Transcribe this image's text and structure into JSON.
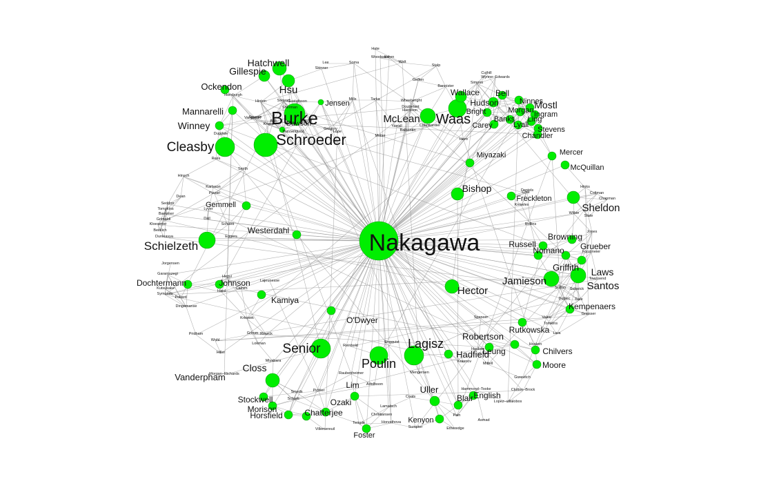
{
  "colors": {
    "node": "#00ee00",
    "edge": "#8a8a8a",
    "text": "#111111"
  },
  "hub": "Nakagawa",
  "nodes": [
    {
      "label": "Nakagawa",
      "drawn": true,
      "size": "xl"
    },
    {
      "label": "Burke",
      "drawn": true,
      "size": "l"
    },
    {
      "label": "Schroeder",
      "drawn": true,
      "size": "l"
    },
    {
      "label": "Cleasby",
      "drawn": true,
      "size": "l"
    },
    {
      "label": "Senior",
      "drawn": true,
      "size": "l"
    },
    {
      "label": "Poulin",
      "drawn": true,
      "size": "l"
    },
    {
      "label": "Lagisz",
      "drawn": true,
      "size": "l"
    },
    {
      "label": "Waas",
      "drawn": true,
      "size": "l"
    },
    {
      "label": "McLean",
      "drawn": true,
      "size": "m"
    },
    {
      "label": "Schielzeth",
      "drawn": true,
      "size": "m"
    },
    {
      "label": "Sheldon",
      "drawn": true,
      "size": "m"
    },
    {
      "label": "Laws",
      "drawn": true,
      "size": "m"
    },
    {
      "label": "Santos",
      "drawn": true,
      "size": "m"
    },
    {
      "label": "Jamieson",
      "drawn": true,
      "size": "m"
    },
    {
      "label": "Hatchwell",
      "drawn": true,
      "size": "m"
    },
    {
      "label": "Gillespie",
      "drawn": true,
      "size": "m"
    },
    {
      "label": "Hsu",
      "drawn": true,
      "size": "m"
    },
    {
      "label": "Ockendon",
      "drawn": true,
      "size": "m"
    },
    {
      "label": "Mannarelli",
      "drawn": true,
      "size": "m"
    },
    {
      "label": "Winney",
      "drawn": true,
      "size": "m"
    },
    {
      "label": "Wallace",
      "drawn": true,
      "size": "m"
    },
    {
      "label": "Hudson",
      "drawn": true,
      "size": "m"
    },
    {
      "label": "Bright",
      "drawn": true,
      "size": "m"
    },
    {
      "label": "Carey",
      "drawn": true,
      "size": "m"
    },
    {
      "label": "Bell",
      "drawn": true,
      "size": "m"
    },
    {
      "label": "Ninnes",
      "drawn": true,
      "size": "m"
    },
    {
      "label": "Mostl",
      "drawn": true,
      "size": "m"
    },
    {
      "label": "Morgan",
      "drawn": true,
      "size": "m"
    },
    {
      "label": "Ingram",
      "drawn": true,
      "size": "m"
    },
    {
      "label": "Banks",
      "drawn": true,
      "size": "m"
    },
    {
      "label": "Ling",
      "drawn": true,
      "size": "m"
    },
    {
      "label": "Lyall",
      "drawn": true,
      "size": "m"
    },
    {
      "label": "Stevens",
      "drawn": true,
      "size": "m"
    },
    {
      "label": "Chandler",
      "drawn": true,
      "size": "m"
    },
    {
      "label": "Miyazaki",
      "drawn": true,
      "size": "m"
    },
    {
      "label": "Mercer",
      "drawn": true,
      "size": "m"
    },
    {
      "label": "McQuillan",
      "drawn": true,
      "size": "m"
    },
    {
      "label": "Bishop",
      "drawn": true,
      "size": "m"
    },
    {
      "label": "Freckleton",
      "drawn": true,
      "size": "m"
    },
    {
      "label": "Gemmell",
      "drawn": true,
      "size": "m"
    },
    {
      "label": "Westerdahl",
      "drawn": true,
      "size": "m"
    },
    {
      "label": "Russell",
      "drawn": true,
      "size": "m"
    },
    {
      "label": "Browning",
      "drawn": true,
      "size": "m"
    },
    {
      "label": "Grueber",
      "drawn": true,
      "size": "m"
    },
    {
      "label": "Nomano",
      "drawn": true,
      "size": "m"
    },
    {
      "label": "Griffith",
      "drawn": true,
      "size": "m"
    },
    {
      "label": "Dochtermann",
      "drawn": true,
      "size": "m"
    },
    {
      "label": "Johnson",
      "drawn": true,
      "size": "m"
    },
    {
      "label": "Kamiya",
      "drawn": true,
      "size": "m"
    },
    {
      "label": "Hector",
      "drawn": true,
      "size": "m"
    },
    {
      "label": "Kempenaers",
      "drawn": true,
      "size": "m"
    },
    {
      "label": "O'Dwyer",
      "drawn": true,
      "size": "m"
    },
    {
      "label": "Rutkowska",
      "drawn": true,
      "size": "m"
    },
    {
      "label": "Robertson",
      "drawn": true,
      "size": "m"
    },
    {
      "label": "Hadfield",
      "drawn": true,
      "size": "m"
    },
    {
      "label": "Leung",
      "drawn": true,
      "size": "m"
    },
    {
      "label": "Chilvers",
      "drawn": true,
      "size": "m"
    },
    {
      "label": "Moore",
      "drawn": true,
      "size": "m"
    },
    {
      "label": "Closs",
      "drawn": true,
      "size": "m"
    },
    {
      "label": "Vanderpham",
      "drawn": true,
      "size": "m"
    },
    {
      "label": "Stockwell",
      "drawn": true,
      "size": "m"
    },
    {
      "label": "Morison",
      "drawn": true,
      "size": "m"
    },
    {
      "label": "Horsfield",
      "drawn": true,
      "size": "m"
    },
    {
      "label": "Chatterjee",
      "drawn": true,
      "size": "m"
    },
    {
      "label": "Ozaki",
      "drawn": true,
      "size": "m"
    },
    {
      "label": "Lim",
      "drawn": true,
      "size": "m"
    },
    {
      "label": "Uller",
      "drawn": true,
      "size": "m"
    },
    {
      "label": "Blair",
      "drawn": true,
      "size": "m"
    },
    {
      "label": "English",
      "drawn": true,
      "size": "m"
    },
    {
      "label": "Kenyon",
      "drawn": true,
      "size": "m"
    },
    {
      "label": "Foster",
      "drawn": true,
      "size": "m"
    },
    {
      "label": "Jensen",
      "drawn": true,
      "size": "s"
    },
    {
      "label": "Dawson",
      "drawn": true,
      "size": "s"
    },
    {
      "label": "Hasselquist",
      "drawn": true,
      "size": "s"
    },
    {
      "label": "Skinner",
      "drawn": false,
      "size": "s"
    },
    {
      "label": "Lee",
      "drawn": false,
      "size": "s"
    },
    {
      "label": "Hate",
      "drawn": false,
      "size": "s"
    },
    {
      "label": "Woodward",
      "drawn": false,
      "size": "s"
    },
    {
      "label": "Koren",
      "drawn": false,
      "size": "s"
    },
    {
      "label": "Watt",
      "drawn": false,
      "size": "s"
    },
    {
      "label": "Soma",
      "drawn": false,
      "size": "s"
    },
    {
      "label": "Stalp",
      "drawn": false,
      "size": "s"
    },
    {
      "label": "Geffen",
      "drawn": false,
      "size": "s"
    },
    {
      "label": "Bannister",
      "drawn": false,
      "size": "s"
    },
    {
      "label": "Cuthill",
      "drawn": false,
      "size": "s"
    },
    {
      "label": "Simons",
      "drawn": false,
      "size": "s"
    },
    {
      "label": "Wynne–Edwards",
      "drawn": false,
      "size": "s"
    },
    {
      "label": "Horsburgh",
      "drawn": false,
      "size": "s"
    },
    {
      "label": "Stewart",
      "drawn": false,
      "size": "s"
    },
    {
      "label": "Gustafsson",
      "drawn": false,
      "size": "s"
    },
    {
      "label": "Hinton",
      "drawn": false,
      "size": "s"
    },
    {
      "label": "Sherman",
      "drawn": false,
      "size": "s"
    },
    {
      "label": "Vangestel",
      "drawn": false,
      "size": "s"
    },
    {
      "label": "Spurgin",
      "drawn": false,
      "size": "s"
    },
    {
      "label": "Ball",
      "drawn": false,
      "size": "s"
    },
    {
      "label": "Krupa",
      "drawn": false,
      "size": "s"
    },
    {
      "label": "Dugdale",
      "drawn": false,
      "size": "s"
    },
    {
      "label": "Marzal",
      "drawn": false,
      "size": "s"
    },
    {
      "label": "Gregory",
      "drawn": false,
      "size": "s"
    },
    {
      "label": "Lope",
      "drawn": false,
      "size": "s"
    },
    {
      "label": "Mills",
      "drawn": false,
      "size": "s"
    },
    {
      "label": "Tarka",
      "drawn": false,
      "size": "s"
    },
    {
      "label": "Wheelwright",
      "drawn": false,
      "size": "s"
    },
    {
      "label": "Doutrelant",
      "drawn": false,
      "size": "s"
    },
    {
      "label": "Hansson",
      "drawn": false,
      "size": "s"
    },
    {
      "label": "Charmantier",
      "drawn": false,
      "size": "s"
    },
    {
      "label": "Yarrall",
      "drawn": false,
      "size": "s"
    },
    {
      "label": "Balbontin",
      "drawn": false,
      "size": "s"
    },
    {
      "label": "Moller",
      "drawn": false,
      "size": "s"
    },
    {
      "label": "Hero",
      "drawn": false,
      "size": "s"
    },
    {
      "label": "Rees",
      "drawn": false,
      "size": "s"
    },
    {
      "label": "Smith",
      "drawn": false,
      "size": "s"
    },
    {
      "label": "Hinsch",
      "drawn": false,
      "size": "s"
    },
    {
      "label": "Karlsson",
      "drawn": false,
      "size": "s"
    },
    {
      "label": "Pizzari",
      "drawn": false,
      "size": "s"
    },
    {
      "label": "Dean",
      "drawn": false,
      "size": "s"
    },
    {
      "label": "Seddon",
      "drawn": false,
      "size": "s"
    },
    {
      "label": "Tompkins",
      "drawn": false,
      "size": "s"
    },
    {
      "label": "Baeumer",
      "drawn": false,
      "size": "s"
    },
    {
      "label": "Grimaldi",
      "drawn": false,
      "size": "s"
    },
    {
      "label": "Kloesener",
      "drawn": false,
      "size": "s"
    },
    {
      "label": "Beinlich",
      "drawn": false,
      "size": "s"
    },
    {
      "label": "Dunleavya",
      "drawn": false,
      "size": "s"
    },
    {
      "label": "Lyver",
      "drawn": false,
      "size": "s"
    },
    {
      "label": "Dall",
      "drawn": false,
      "size": "s"
    },
    {
      "label": "Schuett",
      "drawn": false,
      "size": "s"
    },
    {
      "label": "Eggers",
      "drawn": false,
      "size": "s"
    },
    {
      "label": "Jorgensen",
      "drawn": false,
      "size": "s"
    },
    {
      "label": "Garamszegi",
      "drawn": false,
      "size": "s"
    },
    {
      "label": "Kutsukake",
      "drawn": false,
      "size": "s"
    },
    {
      "label": "Symonds",
      "drawn": false,
      "size": "s"
    },
    {
      "label": "Pollard",
      "drawn": false,
      "size": "s"
    },
    {
      "label": "Dingemanse",
      "drawn": false,
      "size": "s"
    },
    {
      "label": "Hegyi",
      "drawn": false,
      "size": "s"
    },
    {
      "label": "Hard",
      "drawn": false,
      "size": "s"
    },
    {
      "label": "Calhim",
      "drawn": false,
      "size": "s"
    },
    {
      "label": "Lajeunesse",
      "drawn": false,
      "size": "s"
    },
    {
      "label": "Krkosek",
      "drawn": false,
      "size": "s"
    },
    {
      "label": "Pridham",
      "drawn": false,
      "size": "s"
    },
    {
      "label": "Wohl",
      "drawn": false,
      "size": "s"
    },
    {
      "label": "Hiller",
      "drawn": false,
      "size": "s"
    },
    {
      "label": "Grimm",
      "drawn": false,
      "size": "s"
    },
    {
      "label": "Rewick",
      "drawn": false,
      "size": "s"
    },
    {
      "label": "Lokman",
      "drawn": false,
      "size": "s"
    },
    {
      "label": "Miyabara",
      "drawn": false,
      "size": "s"
    },
    {
      "label": "Morgan–Richards",
      "drawn": false,
      "size": "s"
    },
    {
      "label": "Smeds",
      "drawn": false,
      "size": "s"
    },
    {
      "label": "Scharti",
      "drawn": false,
      "size": "s"
    },
    {
      "label": "Pichler",
      "drawn": false,
      "size": "s"
    },
    {
      "label": "Villemereuil",
      "drawn": false,
      "size": "s"
    },
    {
      "label": "Reinhold",
      "drawn": false,
      "size": "s"
    },
    {
      "label": "Engquist",
      "drawn": false,
      "size": "s"
    },
    {
      "label": "Raubenheimer",
      "drawn": false,
      "size": "s"
    },
    {
      "label": "Adolfsson",
      "drawn": false,
      "size": "s"
    },
    {
      "label": "Mengersen",
      "drawn": false,
      "size": "s"
    },
    {
      "label": "Coats",
      "drawn": false,
      "size": "s"
    },
    {
      "label": "Lamatsch",
      "drawn": false,
      "size": "s"
    },
    {
      "label": "Christiansen",
      "drawn": false,
      "size": "s"
    },
    {
      "label": "Horvathova",
      "drawn": false,
      "size": "s"
    },
    {
      "label": "Temple",
      "drawn": false,
      "size": "s"
    },
    {
      "label": "Sumpter",
      "drawn": false,
      "size": "s"
    },
    {
      "label": "Etheredge",
      "drawn": false,
      "size": "s"
    },
    {
      "label": "Pain",
      "drawn": false,
      "size": "s"
    },
    {
      "label": "Asmad",
      "drawn": false,
      "size": "s"
    },
    {
      "label": "Hammond–Tooke",
      "drawn": false,
      "size": "s"
    },
    {
      "label": "Lopez–villalobos",
      "drawn": false,
      "size": "s"
    },
    {
      "label": "Clutton–Brock",
      "drawn": false,
      "size": "s"
    },
    {
      "label": "Gurevitch",
      "drawn": false,
      "size": "s"
    },
    {
      "label": "Mittell",
      "drawn": false,
      "size": "s"
    },
    {
      "label": "Hauber",
      "drawn": false,
      "size": "s"
    },
    {
      "label": "Krasnov",
      "drawn": false,
      "size": "s"
    },
    {
      "label": "Hosken",
      "drawn": false,
      "size": "s"
    },
    {
      "label": "Lara",
      "drawn": false,
      "size": "s"
    },
    {
      "label": "Tomkins",
      "drawn": false,
      "size": "s"
    },
    {
      "label": "Valcu",
      "drawn": false,
      "size": "s"
    },
    {
      "label": "Spencer",
      "drawn": false,
      "size": "s"
    },
    {
      "label": "Griesser",
      "drawn": false,
      "size": "s"
    },
    {
      "label": "Dale",
      "drawn": false,
      "size": "s"
    },
    {
      "label": "Dubiec",
      "drawn": false,
      "size": "s"
    },
    {
      "label": "Sutton",
      "drawn": false,
      "size": "s"
    },
    {
      "label": "Schwick",
      "drawn": false,
      "size": "s"
    },
    {
      "label": "Townsend",
      "drawn": false,
      "size": "s"
    },
    {
      "label": "Forstmeier",
      "drawn": false,
      "size": "s"
    },
    {
      "label": "Jones",
      "drawn": false,
      "size": "s"
    },
    {
      "label": "Rollins",
      "drawn": false,
      "size": "s"
    },
    {
      "label": "State",
      "drawn": false,
      "size": "s"
    },
    {
      "label": "Wilkie",
      "drawn": false,
      "size": "s"
    },
    {
      "label": "Chapman",
      "drawn": false,
      "size": "s"
    },
    {
      "label": "Coltman",
      "drawn": false,
      "size": "s"
    },
    {
      "label": "Hinks",
      "drawn": false,
      "size": "s"
    },
    {
      "label": "Cole",
      "drawn": false,
      "size": "s"
    },
    {
      "label": "Daniels",
      "drawn": false,
      "size": "s"
    },
    {
      "label": "Knowles",
      "drawn": false,
      "size": "s"
    }
  ]
}
